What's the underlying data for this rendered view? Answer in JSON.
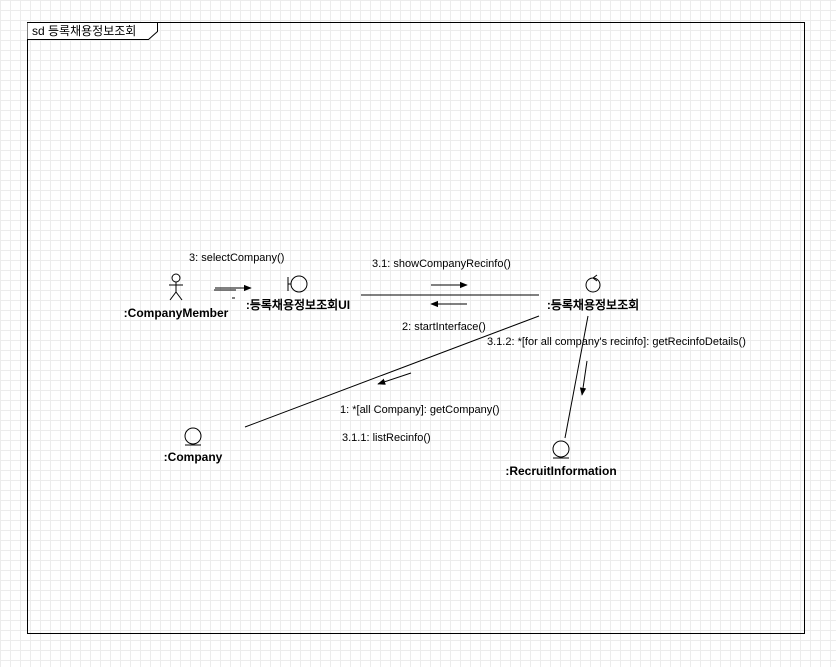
{
  "frame": {
    "title": "sd  등록채용정보조회"
  },
  "objects": {
    "company_member": ":CompanyMember",
    "ui": ":등록채용정보조회UI",
    "control": ":등록채용정보조회",
    "company": ":Company",
    "recruit_information": ":RecruitInformation"
  },
  "messages": {
    "select_company": "3: selectCompany()",
    "show_company_recinfo": "3.1: showCompanyRecinfo()",
    "start_interface": "2: startInterface()",
    "get_recinfo_details": "3.1.2: *[for all company's recinfo]: getRecinfoDetails()",
    "get_company": "1: *[all Company]: getCompany()",
    "list_recinfo": "3.1.1: listRecinfo()"
  },
  "colors": {
    "line": "#000000",
    "grid": "#ececec",
    "background": "#ffffff"
  },
  "icons": {
    "company_member": "actor-icon",
    "ui": "boundary-icon",
    "control": "control-icon",
    "company": "entity-icon",
    "recruit_information": "entity-icon"
  }
}
